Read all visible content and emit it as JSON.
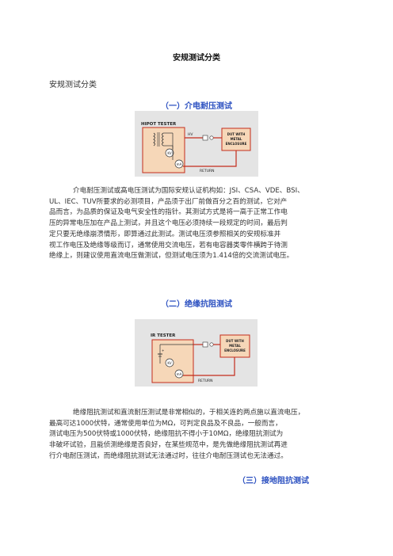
{
  "doc": {
    "title": "安规测试分类",
    "subtitle": "安规测试分类"
  },
  "sections": [
    {
      "heading": "（一）介电耐压测试",
      "diagram": {
        "tester_label": "HIPOT TESTER",
        "hv_label": "HV",
        "kv_label": "KV",
        "ma_label": "mA",
        "dut_line1": "DUT WITH",
        "dut_line2": "METAL",
        "dut_line3": "ENCLOSURE",
        "return_label": "RETURN"
      },
      "lines": [
        "介电耐压测试或高电压测试为国际安规认证机构如：JSI、CSA、VDE、BSI、",
        "UL、IEC、TUV所要求的必测项目，产品须于出厂前做百分之百的测试，它对产",
        "品而言，为品质的保证及电气安全性的指针。其测试方式是将一高于正常工作电",
        "压的异常电压加在产品上测试，并且这个电压必须持续一段规定的时间，最后判",
        "定只要无绝缘崩溃情形，即算通过此测试。测试电压须参照相关的安规标准并",
        "视工作电压及绝缘等级而订，通常使用交流电压，若有电容器类零件横跨于待测",
        "绝缘上，则建议使用直流电压做测试，但测试电压须为1.414倍的交流测试电压。"
      ]
    },
    {
      "heading": "（二）绝缘抗阻测试",
      "diagram": {
        "tester_label": "IR TESTER",
        "kv_label": "KV",
        "ma_label": "mA",
        "dut_line1": "DUT WITH",
        "dut_line2": "METAL",
        "dut_line3": "ENCLOSURE",
        "return_label": "RETURN"
      },
      "lines": [
        "绝缘阻抗测试和直流耐压测试是非常相似的，于相关连的两点施以直流电压，",
        "最高可达1000伏特，通常使用单位为MΩ，可判定良品及不良品，一般而言，",
        "测试电压为500伏特或1000伏特，绝缘阻抗不得小于10MΩ，绝缘阻抗测试为",
        "非破坏试验，且能侦测绝缘是否良好，在某些规范中，是先做绝缘阻抗测试再进",
        "行介电耐压测试，而绝缘阻抗测试无法通过时，往往介电耐压测试也无法通过。"
      ]
    },
    {
      "heading": "（三）接地阻抗测试"
    }
  ],
  "colors": {
    "heading_blue": "#2a4fc0",
    "tester_fill": "#f6d7b8",
    "wire_red": "#c42c1c",
    "diagram_bg": "#e4e4e4"
  }
}
